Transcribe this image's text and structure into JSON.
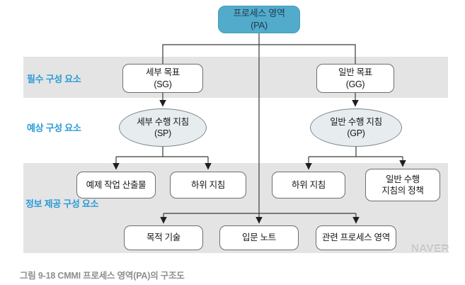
{
  "diagram": {
    "root": {
      "label": "프로세스 영역",
      "code": "(PA)"
    },
    "row_labels": [
      {
        "label": "필수 구성 요소"
      },
      {
        "label": "예상 구성 요소"
      },
      {
        "label": "정보 제공 구성 요소"
      }
    ],
    "nodes": {
      "sg": {
        "label": "세부 목표",
        "code": "(SG)"
      },
      "gg": {
        "label": "일반 목표",
        "code": "(GG)"
      },
      "sp": {
        "label": "세부 수행 지침",
        "code": "(SP)"
      },
      "gp": {
        "label": "일반 수행 지침",
        "code": "(GP)"
      },
      "example_work_products": {
        "label": "예제 작업 산출물"
      },
      "subpractices_left": {
        "label": "하위 지침"
      },
      "subpractices_right": {
        "label": "하위 지침"
      },
      "gp_policy": {
        "label": "일반 수행",
        "label2": "지침의 정책"
      },
      "purpose_statement": {
        "label": "목적 기술"
      },
      "introductory_notes": {
        "label": "입문 노트"
      },
      "related_process_areas": {
        "label": "관련 프로세스 영역"
      }
    }
  },
  "caption": "그림 9-18 CMMI 프로세스 영역(PA)의 구조도",
  "watermark": "NAVER",
  "colors": {
    "root_fill": "#53abcc",
    "root_text": "#1c3a49",
    "band_fill": "#e4e4e4",
    "row_label_text": "#2b9bd7",
    "ellipse_fill": "#e7ecef",
    "box_border": "#6e6e6e",
    "line": "#3a3a3a",
    "caption_text": "#8e8e8e",
    "watermark_text": "#cdcdcd"
  }
}
